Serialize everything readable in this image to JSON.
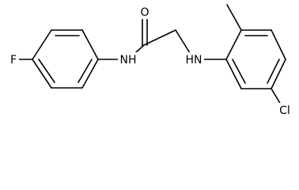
{
  "molecule": {
    "atoms": [
      {
        "id": "F",
        "label": "F"
      },
      {
        "id": "NH1",
        "label": "NH"
      },
      {
        "id": "O",
        "label": "O"
      },
      {
        "id": "NH2",
        "label": "HN"
      },
      {
        "id": "Cl",
        "label": "Cl"
      }
    ]
  },
  "colors": {
    "bond": "#000000",
    "text": "#000000",
    "background": "#ffffff"
  }
}
